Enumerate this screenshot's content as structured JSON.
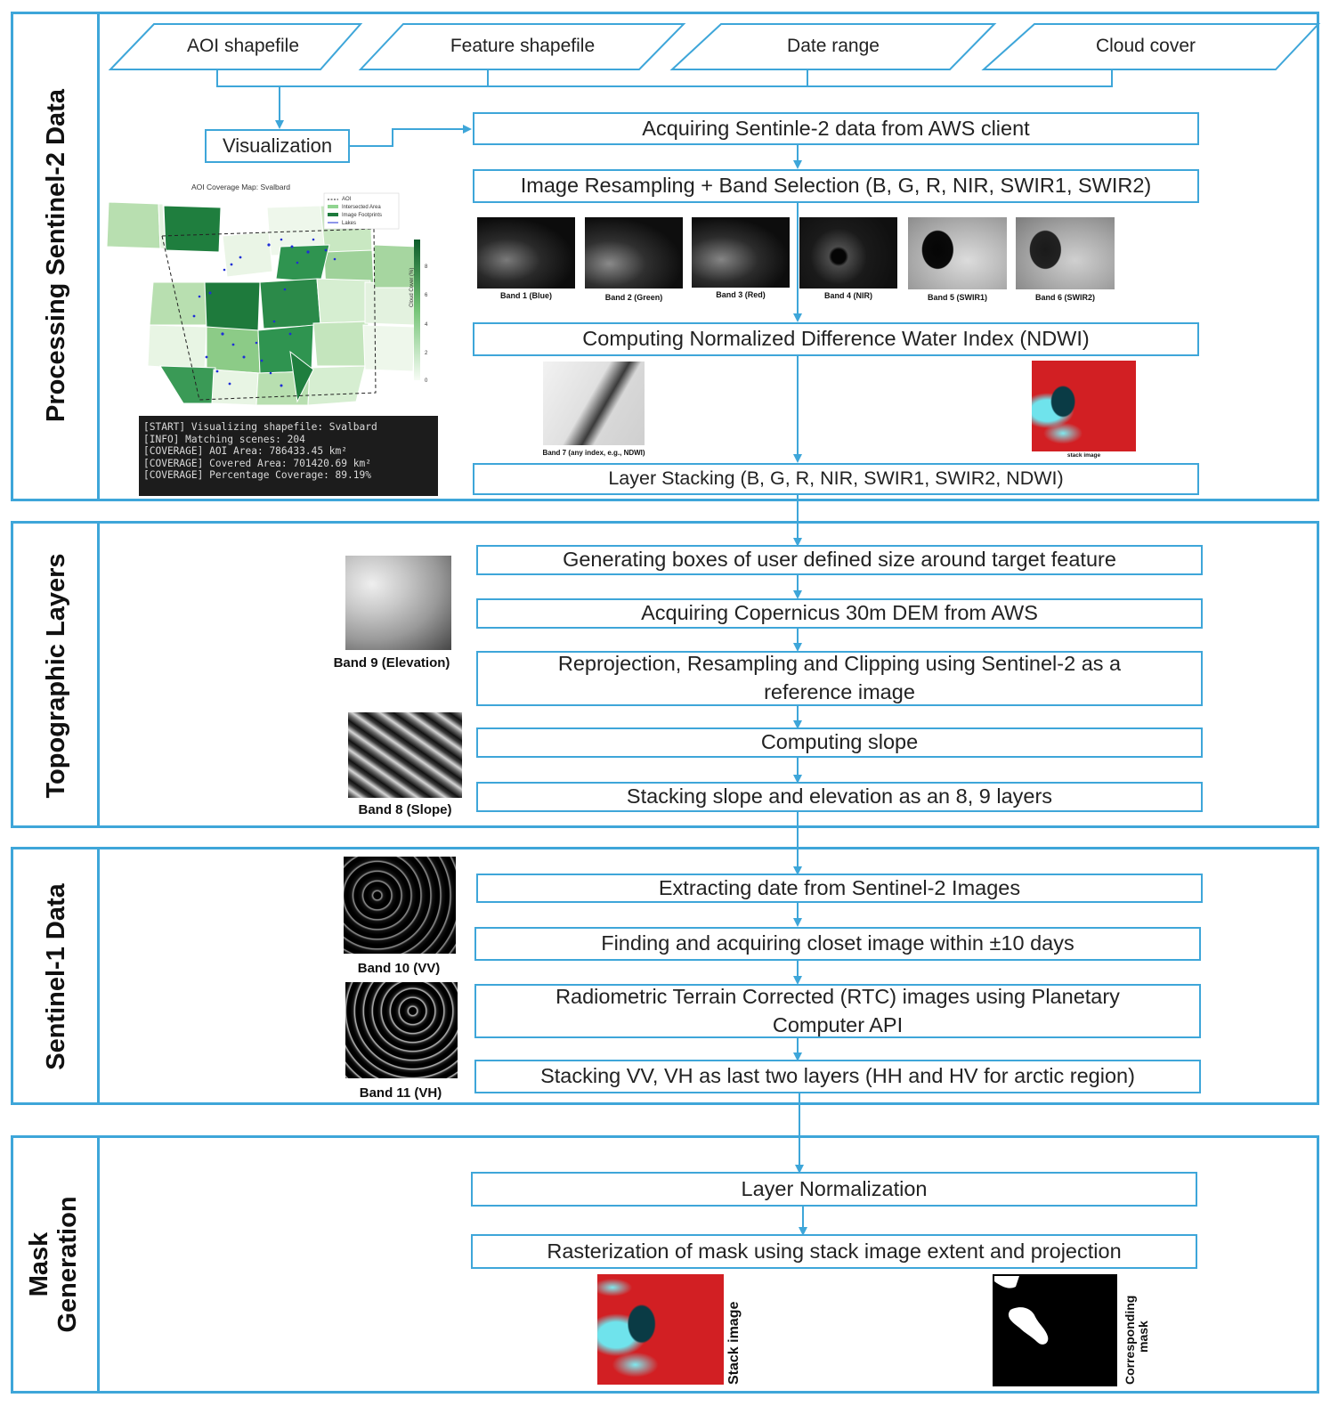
{
  "inputs": [
    {
      "label": "AOI shapefile"
    },
    {
      "label": "Feature shapefile"
    },
    {
      "label": "Date range"
    },
    {
      "label": "Cloud cover"
    }
  ],
  "sections": {
    "s2": {
      "label": "Processing Sentinel-2 Data",
      "visualization": "Visualization",
      "steps": [
        "Acquiring Sentinle-2 data from AWS client",
        "Image Resampling + Band Selection (B, G, R, NIR, SWIR1, SWIR2)",
        "Computing Normalized Difference Water Index (NDWI)",
        "Layer Stacking (B, G, R, NIR, SWIR1, SWIR2, NDWI)"
      ],
      "bands": [
        "Band 1 (Blue)",
        "Band 2 (Green)",
        "Band 3 (Red)",
        "Band 4 (NIR)",
        "Band 5 (SWIR1)",
        "Band 6 (SWIR2)"
      ],
      "ndwi_caption": "Band 7 (any index, e.g., NDWI)",
      "stack_caption": "stack image",
      "map": {
        "title": "AOI Coverage Map: Svalbard",
        "legend": [
          "AOI",
          "Intersected Area",
          "Image Footprints",
          "Lakes"
        ],
        "colorbar_label": "Cloud Cover (%)",
        "colorbar_ticks": [
          "8",
          "6",
          "4",
          "2",
          "0"
        ]
      },
      "terminal": [
        "[START] Visualizing shapefile: Svalbard",
        "[INFO] Matching scenes: 204",
        "[COVERAGE] AOI Area: 786433.45 km²",
        "[COVERAGE] Covered Area: 701420.69 km²",
        "[COVERAGE] Percentage Coverage: 89.19%"
      ]
    },
    "topo": {
      "label": "Topographic Layers",
      "steps": [
        "Generating boxes of user defined size around target feature",
        "Acquiring Copernicus 30m DEM from AWS",
        "Reprojection, Resampling and Clipping using Sentinel-2 as a reference image",
        "Computing slope",
        "Stacking slope and elevation as an 8, 9 layers"
      ],
      "elev_caption": "Band 9 (Elevation)",
      "slope_caption": "Band 8 (Slope)"
    },
    "s1": {
      "label": "Sentinel-1 Data",
      "steps": [
        "Extracting date from Sentinel-2 Images",
        "Finding and acquiring closet image within ±10 days",
        "Radiometric Terrain Corrected (RTC) images using Planetary Computer API",
        "Stacking VV, VH as last two layers (HH and HV for arctic region)"
      ],
      "vv_caption": "Band 10 (VV)",
      "vh_caption": "Band 11 (VH)"
    },
    "mask": {
      "label_line1": "Mask",
      "label_line2": "Generation",
      "steps": [
        "Layer Normalization",
        "Rasterization of mask using stack image extent and projection"
      ],
      "stack_caption": "Stack image",
      "mask_caption_line1": "Corresponding",
      "mask_caption_line2": "mask"
    }
  },
  "colors": {
    "accent": "#3ea6d9",
    "green_dark": "#1e7a3c",
    "green_light": "#e8f5e4"
  }
}
